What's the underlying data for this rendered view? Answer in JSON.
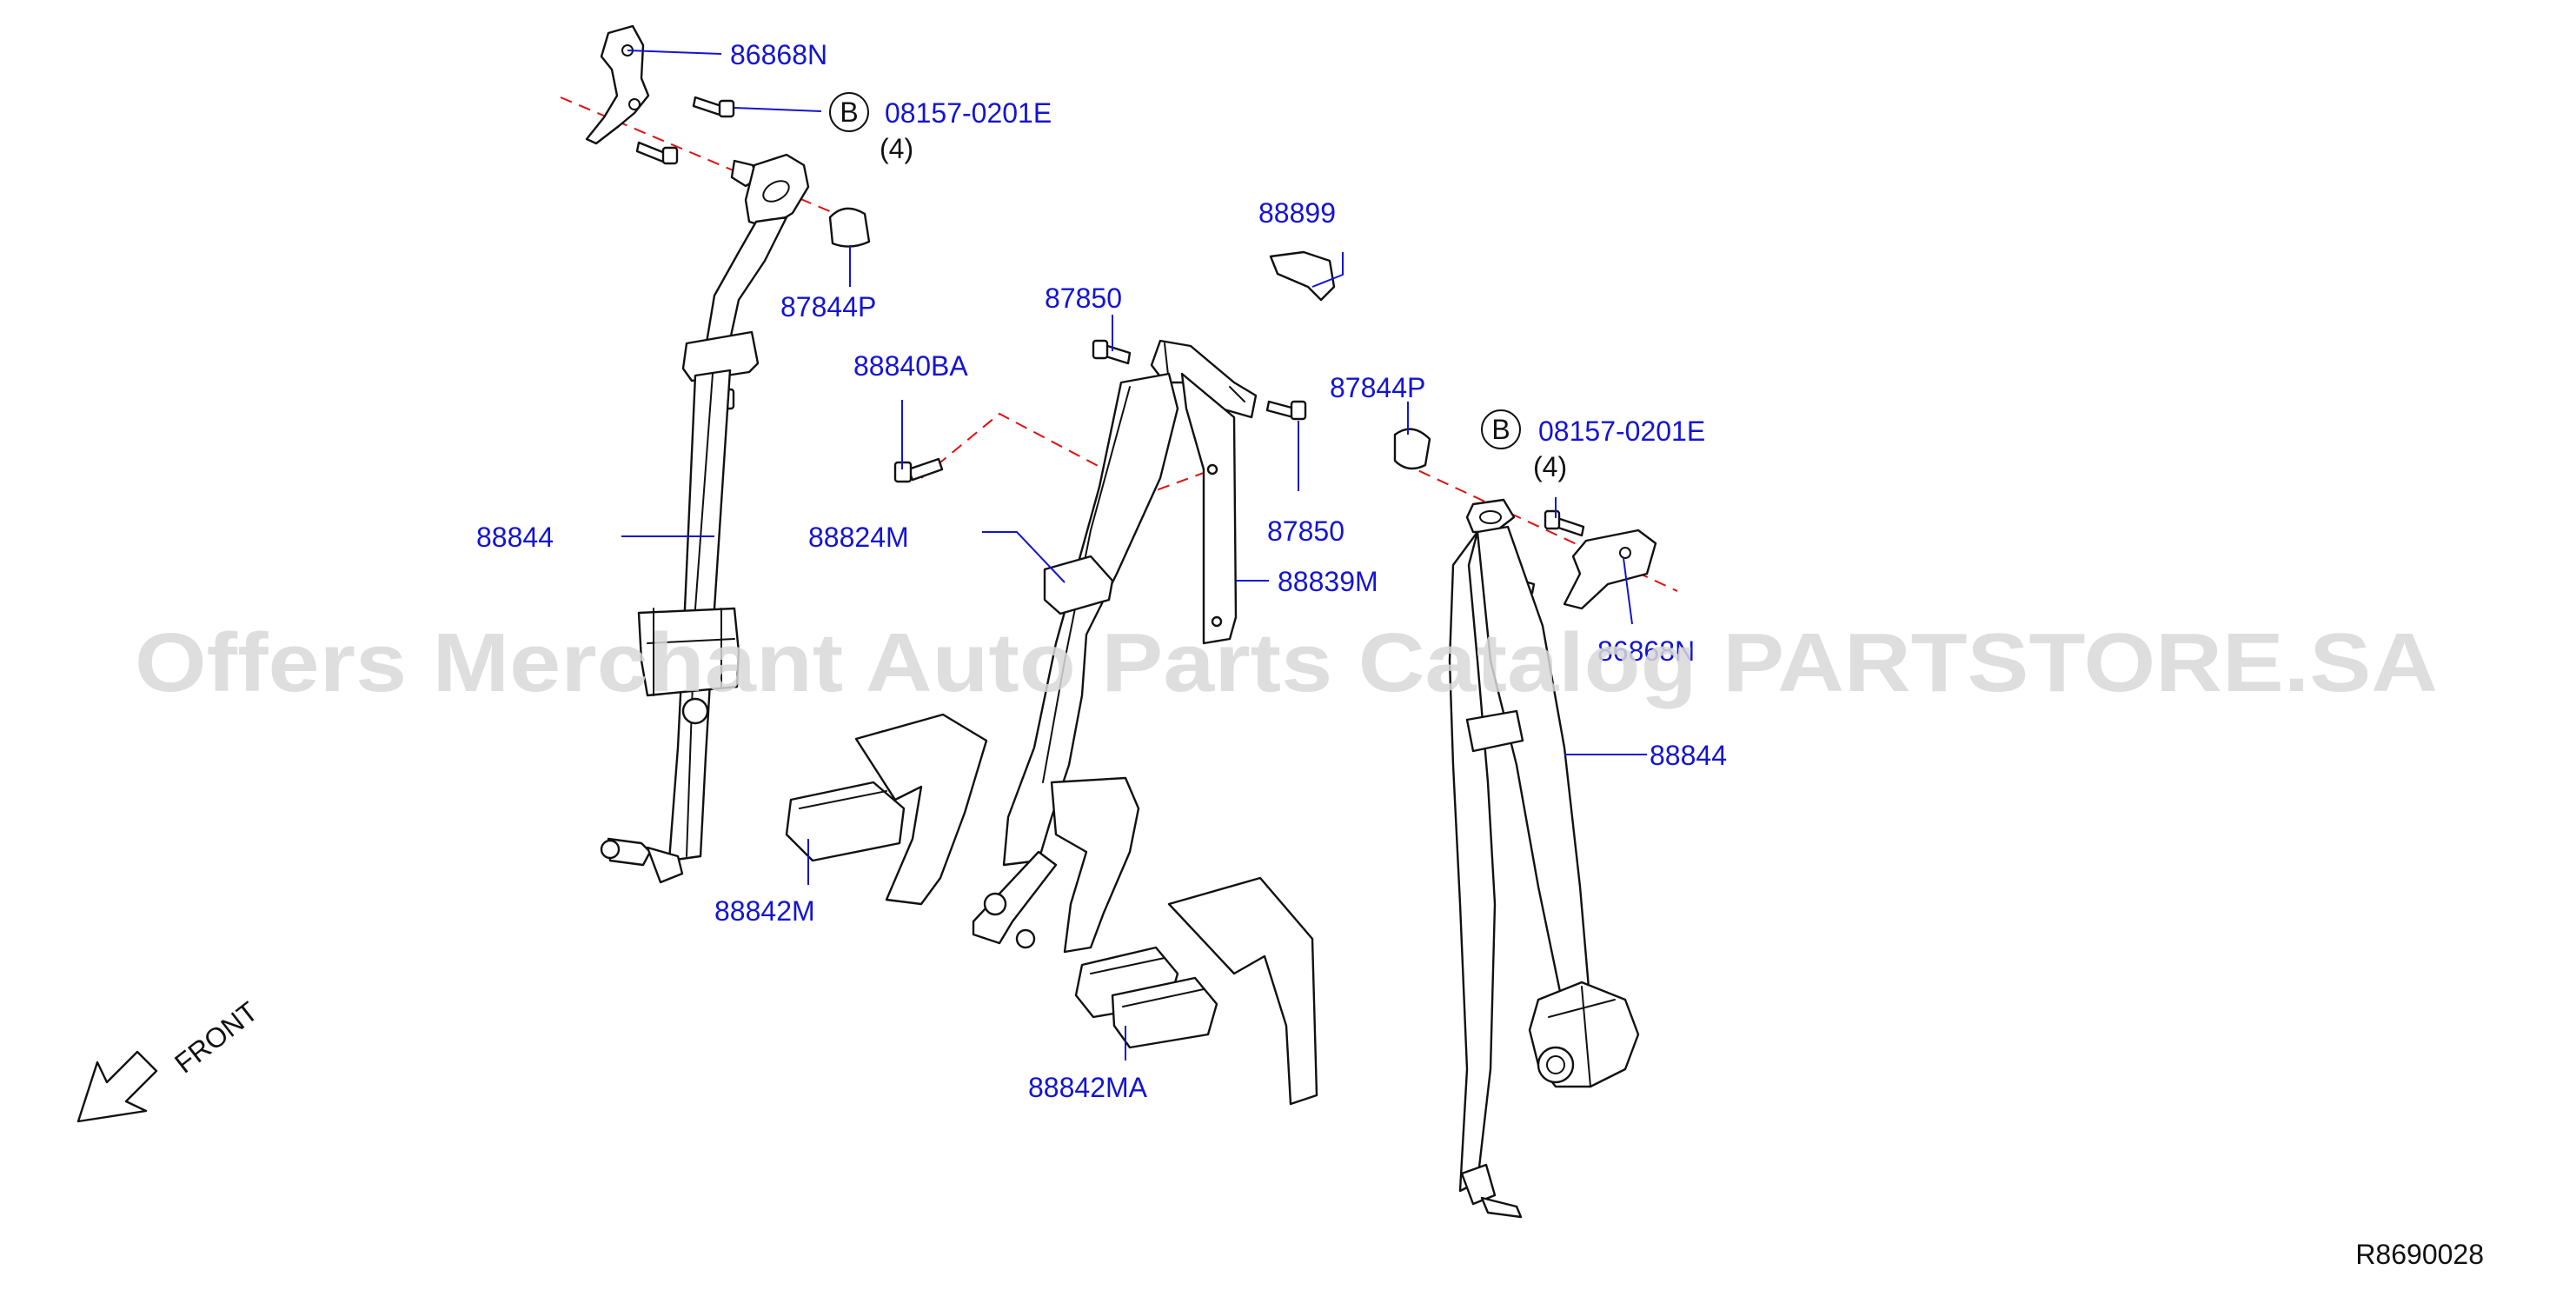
{
  "diagram": {
    "watermark": "Offers Merchant Auto Parts Catalog PARTSTORE.SA",
    "reference_code": "R8690028",
    "front_label": "FRONT",
    "callouts": {
      "n86868n_top": "86868N",
      "bolt_left_code": "08157-0201E",
      "bolt_left_qty": "(4)",
      "bolt_left_symbol": "B",
      "n87844p_left": "87844P",
      "n88899": "88899",
      "n87850_top": "87850",
      "n88840ba": "88840BA",
      "n87844p_right": "87844P",
      "bolt_right_code": "08157-0201E",
      "bolt_right_qty": "(4)",
      "bolt_right_symbol": "B",
      "n88844_left": "88844",
      "n88824m": "88824M",
      "n87850_mid": "87850",
      "n88839m": "88839M",
      "n86868n_right": "86868N",
      "n88844_right": "88844",
      "n88842m": "88842M",
      "n88842ma": "88842MA"
    },
    "colors": {
      "callout_text": "#1414d2",
      "leader_lines": "#1414d2",
      "center_lines": "#e01010",
      "outline": "#111111",
      "watermark": "#d8d8d8"
    }
  }
}
